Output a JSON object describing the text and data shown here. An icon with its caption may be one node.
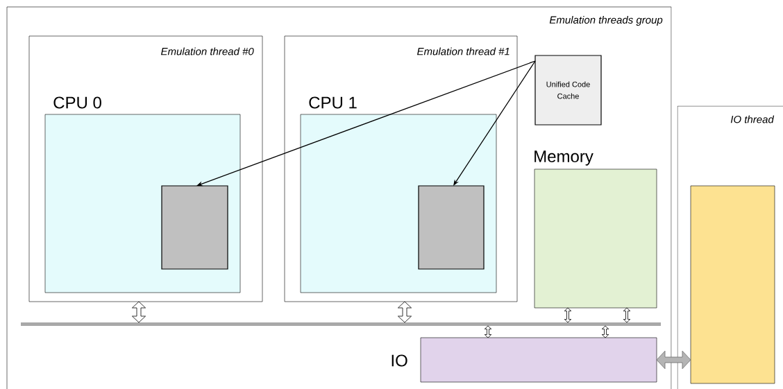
{
  "diagram": {
    "nodes": [
      {
        "text": [
          "Emulation threads group"
        ]
      },
      {
        "text": [
          "Emulation thread #0"
        ],
        "in": 0
      },
      {
        "text": [
          "CPU 0"
        ],
        "in": 1
      },
      {
        "text": [],
        "shape": "box",
        "in": 2
      },
      {
        "text": [
          "Emulation thread #1"
        ],
        "in": 0
      },
      {
        "text": [
          "CPU 1"
        ],
        "in": 4
      },
      {
        "text": [],
        "shape": "box",
        "in": 5
      },
      {
        "text": [
          "Unified Code Cache"
        ],
        "in": 0
      },
      {
        "text": [
          "Memory"
        ],
        "in": 0
      },
      {
        "text": [],
        "shape": "bar",
        "in": 0
      },
      {
        "text": [
          "IO"
        ],
        "in": 0
      },
      {
        "text": [
          "IO thread"
        ]
      },
      {
        "text": [],
        "shape": "box",
        "in": 11
      }
    ],
    "edges": [
      {
        "from": 7,
        "to": 3,
        "arrow": "to"
      },
      {
        "from": 7,
        "to": 6,
        "arrow": "to"
      },
      {
        "from": 1,
        "to": 9,
        "arrow": "both"
      },
      {
        "from": 4,
        "to": 9,
        "arrow": "both"
      },
      {
        "from": 8,
        "to": 9,
        "arrow": "both"
      },
      {
        "from": 8,
        "to": 9,
        "arrow": "both"
      },
      {
        "from": 9,
        "to": 10,
        "arrow": "both"
      },
      {
        "from": 9,
        "to": 10,
        "arrow": "both"
      },
      {
        "from": 10,
        "to": 12,
        "arrow": "both",
        "color": "#b4b4b4"
      }
    ]
  }
}
